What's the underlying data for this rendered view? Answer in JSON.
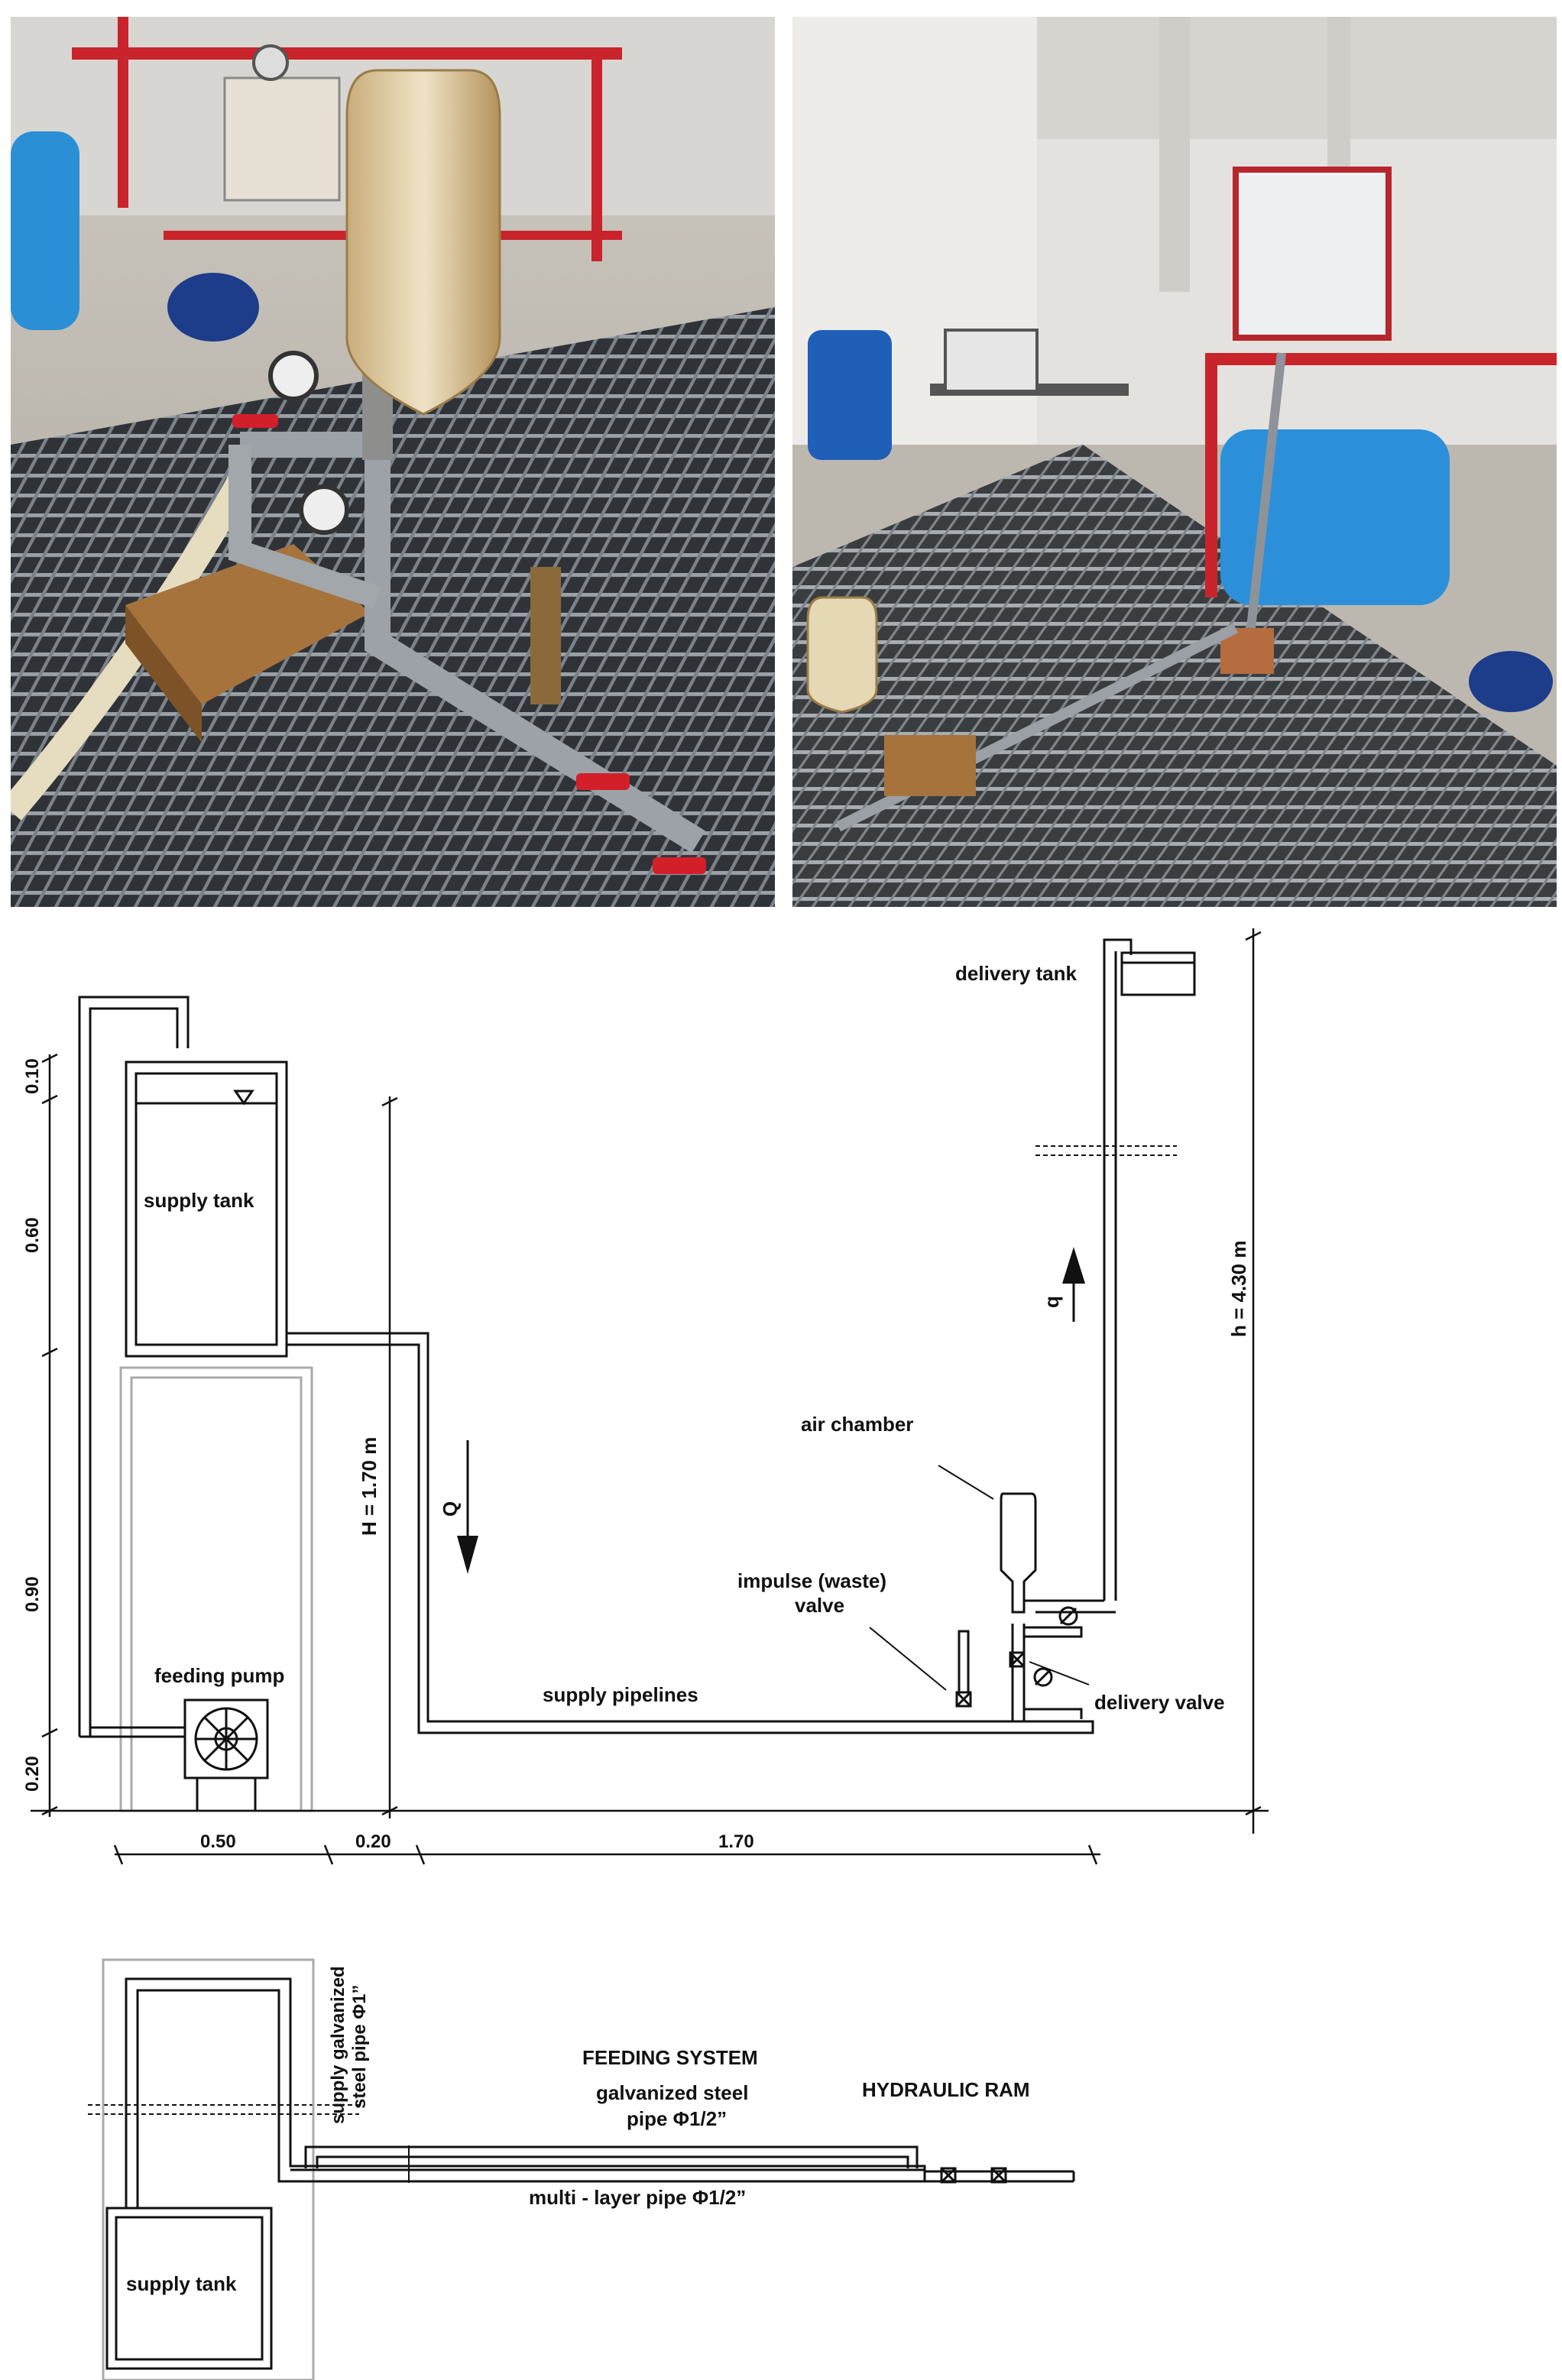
{
  "elevation": {
    "delivery_tank": "delivery tank",
    "supply_tank": "supply tank",
    "feeding_pump": "feeding pump",
    "supply_pipelines": "supply pipelines",
    "air_chamber": "air chamber",
    "impulse_valve_line1": "impulse (waste)",
    "impulse_valve_line2": "valve",
    "delivery_valve": "delivery valve",
    "head_H": "H = 1.70 m",
    "head_h": "h = 4.30 m",
    "flow_Q": "Q",
    "flow_q": "q",
    "dim_010": "0.10",
    "dim_060": "0.60",
    "dim_090": "0.90",
    "dim_020v": "0.20",
    "dim_050": "0.50",
    "dim_020h": "0.20",
    "dim_170": "1.70"
  },
  "plan": {
    "supply_pipe_line1": "supply galvanized",
    "supply_pipe_line2": "steel pipe Φ1”",
    "feeding_system": "FEEDING SYSTEM",
    "galv_pipe_line1": "galvanized steel",
    "galv_pipe_line2": "pipe Φ1/2”",
    "hydraulic_ram": "HYDRAULIC RAM",
    "multilayer_pipe": "multi - layer pipe Φ1/2”",
    "supply_tank": "supply tank"
  }
}
